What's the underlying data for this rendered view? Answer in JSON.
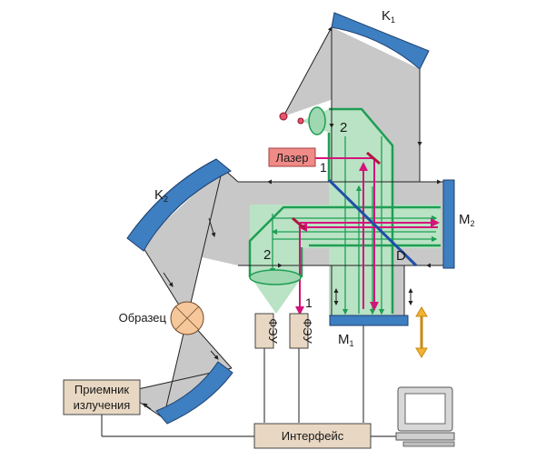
{
  "labels": {
    "k1": "K",
    "k1_sub": "1",
    "k2": "K",
    "k2_sub": "2",
    "m1": "M",
    "m1_sub": "1",
    "m2": "M",
    "m2_sub": "2",
    "d": "D",
    "two_top": "2",
    "two_bottom": "2",
    "one_top": "1",
    "one_bottom": "1"
  },
  "boxes": {
    "laser": "Лазер",
    "sample": "Образец",
    "receiver_line1": "Приемник",
    "receiver_line2": "излучения",
    "interface": "Интерфейс",
    "pmt_left": "ФЭУ",
    "pmt_right": "ФЭУ"
  },
  "colors": {
    "gray_beam": "#c8c8c8",
    "green_beam": "#b9e3c4",
    "green_line": "#1f9e55",
    "magenta": "#d4147a",
    "mirror_blue": "#3d7fc0",
    "laser_box": "#f08a86",
    "interface_box": "#e8d7c2",
    "sample": "#f6c79a",
    "arrow_yellow": "#f2b233"
  }
}
